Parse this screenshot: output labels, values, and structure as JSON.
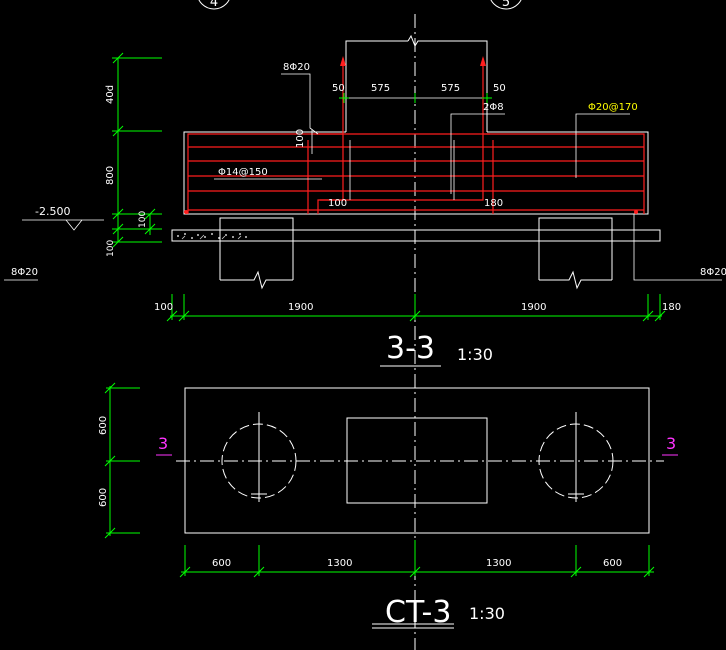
{
  "colors": {
    "background": "#000000",
    "outline": "#ffffff",
    "rebar": "#ff1e1e",
    "dimension": "#00ff00",
    "label_highlight": "#ffff00",
    "section_mark": "#ff33ff"
  },
  "section_3_3": {
    "grid_axis_left": "4",
    "grid_axis_right": "5",
    "elevation": "-2.500",
    "rebar_labels": {
      "top_left": "8Φ20",
      "bottom_left": "8Φ20",
      "bottom_right": "8Φ20",
      "stirrup": "Φ14@150",
      "column_bars": "2Φ8",
      "top_right": "Φ20@170"
    },
    "top_dims": {
      "left_edge": "50",
      "left_half": "575",
      "right_half": "575",
      "right_edge": "50"
    },
    "inner_dims": {
      "cover_top": "100",
      "cover_bottom_left": "100",
      "cover_bottom_right": "180"
    },
    "vertical_dims": {
      "anchorage": "40d",
      "depth": "800",
      "bed_upper": "100",
      "bed_lower": "100"
    },
    "bottom_dims": {
      "left_edge": "100",
      "left_span": "1900",
      "right_span": "1900",
      "right_edge": "180"
    },
    "title": "3-3",
    "scale": "1:30"
  },
  "plan_ct3": {
    "section_mark_left": "3",
    "section_mark_right": "3",
    "vertical_dims": {
      "upper": "600",
      "lower": "600"
    },
    "bottom_dims": {
      "d1": "600",
      "d2": "1300",
      "d3": "1300",
      "d4": "600"
    },
    "title": "CT-3",
    "scale": "1:30"
  }
}
